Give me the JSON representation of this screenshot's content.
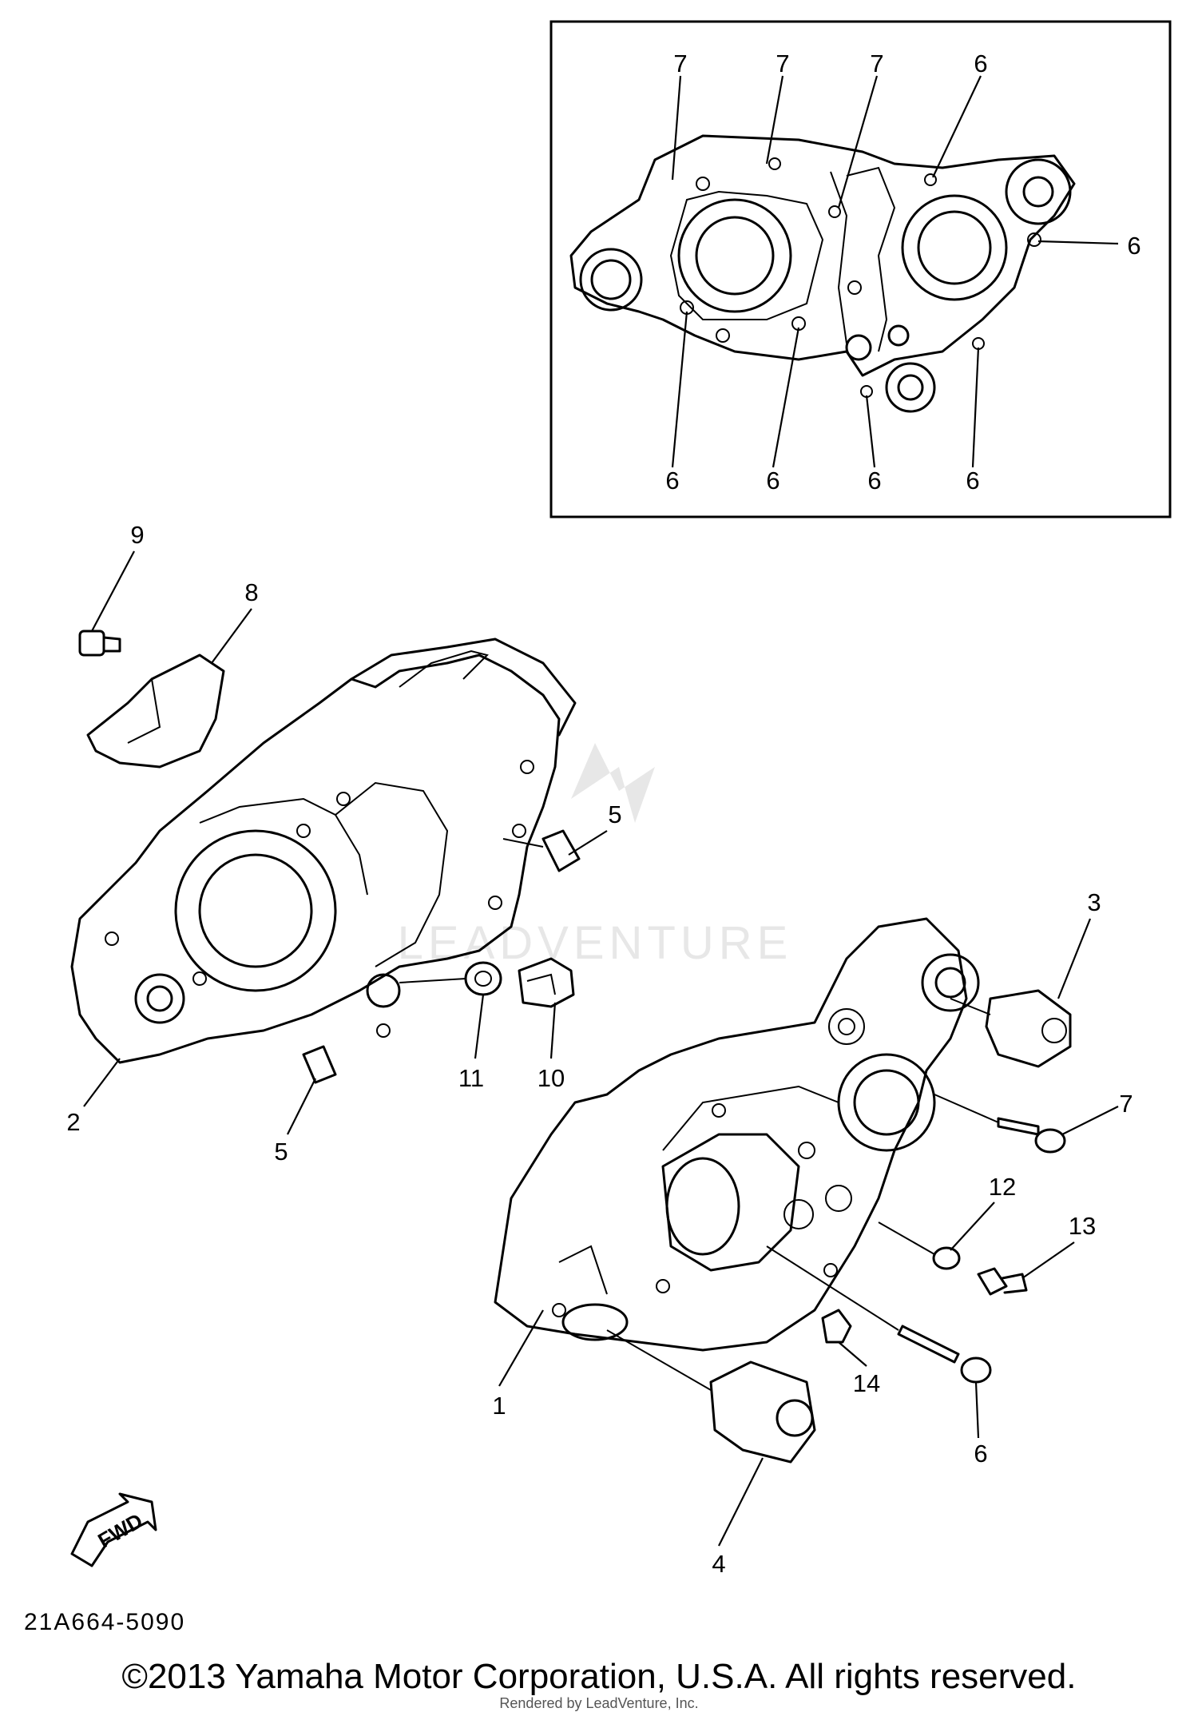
{
  "callouts": {
    "inset": {
      "top": [
        "7",
        "7",
        "7",
        "6"
      ],
      "right": "6",
      "bottom": [
        "6",
        "6",
        "6",
        "6"
      ]
    },
    "main": {
      "c1": "1",
      "c2": "2",
      "c3": "3",
      "c4": "4",
      "c5a": "5",
      "c5b": "5",
      "c6": "6",
      "c7": "7",
      "c8": "8",
      "c9": "9",
      "c10": "10",
      "c11": "11",
      "c12": "12",
      "c13": "13",
      "c14": "14"
    }
  },
  "fwd_label": "FWD",
  "watermark": "LEADVENTURE",
  "part_code": "21A664-5090",
  "copyright": "©2013 Yamaha Motor Corporation, U.S.A. All rights reserved.",
  "rendered_by": "Rendered by LeadVenture, Inc."
}
